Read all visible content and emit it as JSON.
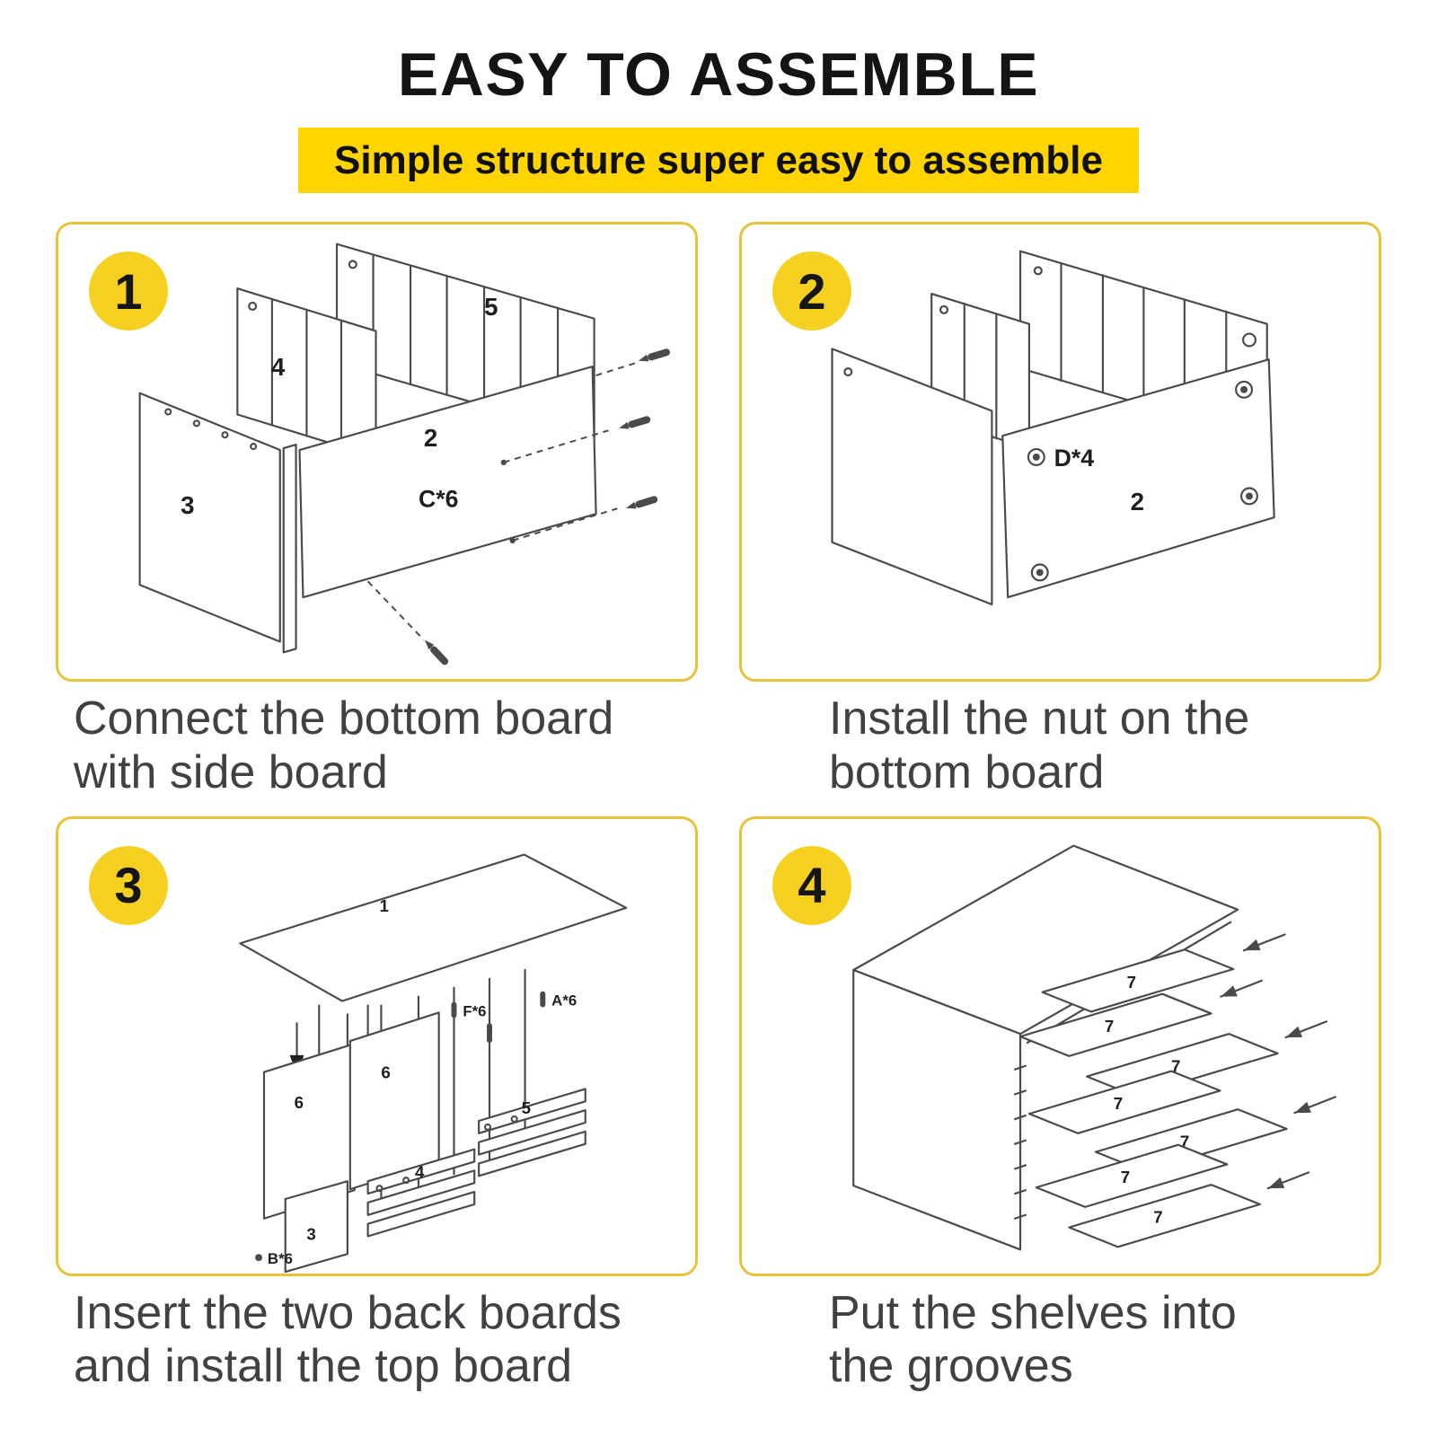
{
  "title": "EASY TO ASSEMBLE",
  "banner": "Simple structure super easy to assemble",
  "colors": {
    "banner_yellow": "#ffd400",
    "badge_yellow": "#f6d021",
    "panel_border": "#e6c33a",
    "caption_text": "#3f4144",
    "line_art": "#4a4a4a"
  },
  "steps": [
    {
      "number": "1",
      "caption_line1": "Connect the bottom board",
      "caption_line2": "with side board",
      "parts": {
        "back_panel": "5",
        "divider_panel": "4",
        "side_panel": "3",
        "bottom_board": "2",
        "screws": "C*6"
      }
    },
    {
      "number": "2",
      "caption_line1": "Install the nut on the",
      "caption_line2": "bottom board",
      "parts": {
        "nuts": "D*4",
        "bottom_board": "2"
      }
    },
    {
      "number": "3",
      "caption_line1": "Insert the two back boards",
      "caption_line2": "and install the top board",
      "parts": {
        "top_board": "1",
        "back_board_a": "6",
        "back_board_b": "6",
        "bolts_f": "F*6",
        "bolts_a": "A*6",
        "bolts_b": "B*6",
        "slat_panel": "5",
        "mid_panel": "4",
        "side_panel": "3"
      }
    },
    {
      "number": "4",
      "caption_line1": "Put the shelves into",
      "caption_line2": "the grooves",
      "parts": {
        "shelf": "7"
      }
    }
  ]
}
